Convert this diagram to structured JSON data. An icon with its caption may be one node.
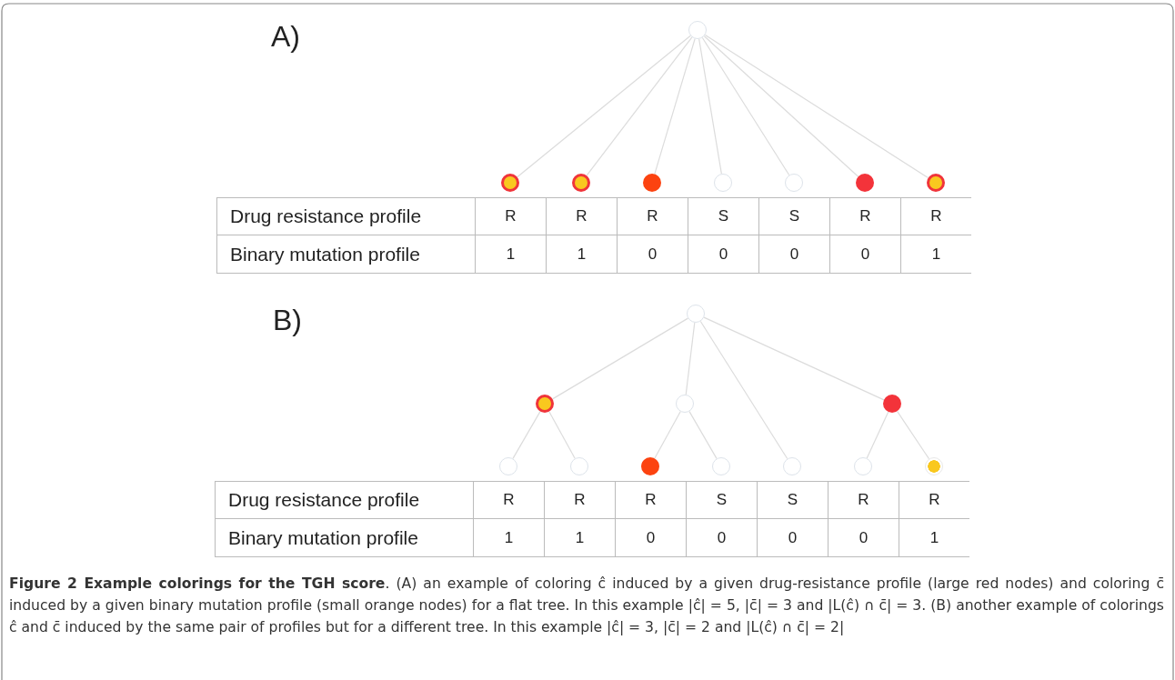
{
  "diagram": {
    "caption": "**Figure 2 Example colorings for the TGH score**. (A) an example of coloring ĉ induced by a given drug-resistance profile (large red nodes) and coloring c̄ induced by a given binary mutation profile (small orange nodes) for a flat tree. In this example |ĉ| = 5, |c̄| = 3 and |L(ĉ) ∩ c̄| = 3. (B) another example of colorings ĉ and c̄ induced by the same pair of profiles but for a different tree. In this example |ĉ| = 3, |c̄| = 2 and |L(ĉ) ∩ c̄| = 2|",
    "nodes": [
      {
        "text": [],
        "shape": "circle"
      },
      {
        "text": [],
        "shape": "circle"
      },
      {
        "text": [],
        "shape": "circle"
      },
      {
        "text": [],
        "shape": "circle"
      },
      {
        "text": [],
        "shape": "circle"
      },
      {
        "text": [],
        "shape": "circle"
      },
      {
        "text": [],
        "shape": "circle"
      },
      {
        "text": [],
        "shape": "circle"
      },
      {
        "text": [],
        "shape": "circle"
      },
      {
        "text": [],
        "shape": "circle"
      },
      {
        "text": [],
        "shape": "circle"
      },
      {
        "text": [],
        "shape": "circle"
      },
      {
        "text": [],
        "shape": "circle"
      },
      {
        "text": [],
        "shape": "circle"
      },
      {
        "text": [],
        "shape": "circle"
      },
      {
        "text": [],
        "shape": "circle"
      },
      {
        "text": [],
        "shape": "circle"
      },
      {
        "text": [],
        "shape": "circle"
      },
      {
        "text": [],
        "shape": "circle"
      }
    ],
    "edges": [
      {
        "from": 0,
        "to": 1,
        "arrow": "none"
      },
      {
        "from": 0,
        "to": 2,
        "arrow": "none"
      },
      {
        "from": 0,
        "to": 3,
        "arrow": "none"
      },
      {
        "from": 0,
        "to": 4,
        "arrow": "none"
      },
      {
        "from": 0,
        "to": 5,
        "arrow": "none"
      },
      {
        "from": 0,
        "to": 6,
        "arrow": "none"
      },
      {
        "from": 0,
        "to": 7,
        "arrow": "none"
      },
      {
        "from": 8,
        "to": 9,
        "arrow": "none"
      },
      {
        "from": 8,
        "to": 10,
        "arrow": "none"
      },
      {
        "from": 8,
        "to": 16,
        "arrow": "none"
      },
      {
        "from": 8,
        "to": 11,
        "arrow": "none"
      },
      {
        "from": 9,
        "to": 12,
        "arrow": "none"
      },
      {
        "from": 9,
        "to": 13,
        "arrow": "none"
      },
      {
        "from": 10,
        "to": 14,
        "arrow": "none"
      },
      {
        "from": 10,
        "to": 15,
        "arrow": "none"
      },
      {
        "from": 11,
        "to": 17,
        "arrow": "none"
      },
      {
        "from": 11,
        "to": 18,
        "arrow": "none"
      }
    ],
    "labels": [
      "A)",
      "Drug resistance profile",
      "R",
      "R",
      "R",
      "S",
      "S",
      "R",
      "R",
      "Binary mutation profile",
      "1",
      "1",
      "0",
      "0",
      "0",
      "0",
      "1",
      "B)",
      "Drug resistance profile",
      "R",
      "R",
      "R",
      "S",
      "S",
      "R",
      "R",
      "Binary mutation profile",
      "1",
      "1",
      "0",
      "0",
      "0",
      "0",
      "1"
    ]
  }
}
